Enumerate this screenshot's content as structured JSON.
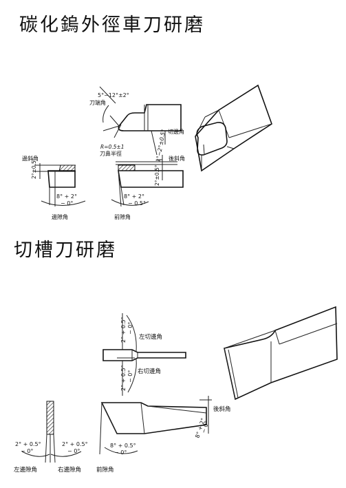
{
  "section1": {
    "title": "碳化鎢外徑車刀研磨",
    "nose_angle_spec": "5°~12°±2°",
    "nose_angle_label": "刀端角",
    "radius_spec": "R=0.5±1",
    "radius_label": "刀鼻半徑",
    "side_cutting_label": "切邊角",
    "side_cutting_spec": "1°~2°±0.5°",
    "back_rake_label": "後斜角",
    "back_rake_spec": "2°±0.5°",
    "side_rake_label": "邊斜角",
    "side_rake_spec": "2°±0.5°",
    "side_relief_spec_main": "8° + 2°",
    "side_relief_spec_tol": "− 0°",
    "side_relief_label": "邊隙角",
    "front_relief_spec_main": "8° + 2°",
    "front_relief_spec_tol": "− 0.5°",
    "front_relief_label": "前隙角"
  },
  "section2": {
    "title": "切槽刀研磨",
    "top_angle_spec_main": "2° + 0.5°",
    "top_angle_spec_tol": "− 0°",
    "left_cutting_label": "左切邊角",
    "right_cutting_label": "右切邊角",
    "bottom_angle_spec_main": "2° + 0.5°",
    "bottom_angle_spec_tol": "− 0°",
    "back_rake_label": "後斜角",
    "back_rake_spec_main": "8° + 2°",
    "back_rake_spec_tol": "− 0°",
    "left_relief_spec_main": "2° + 0.5°",
    "left_relief_spec_tol": "− 0°",
    "left_relief_label": "左邊隙角",
    "right_relief_spec_main": "2° + 0.5°",
    "right_relief_spec_tol": "− 0°",
    "right_relief_label": "右邊隙角",
    "front_relief_spec_main": "8° + 0.5°",
    "front_relief_spec_tol": "− 0°",
    "front_relief_label": "前隙角"
  }
}
